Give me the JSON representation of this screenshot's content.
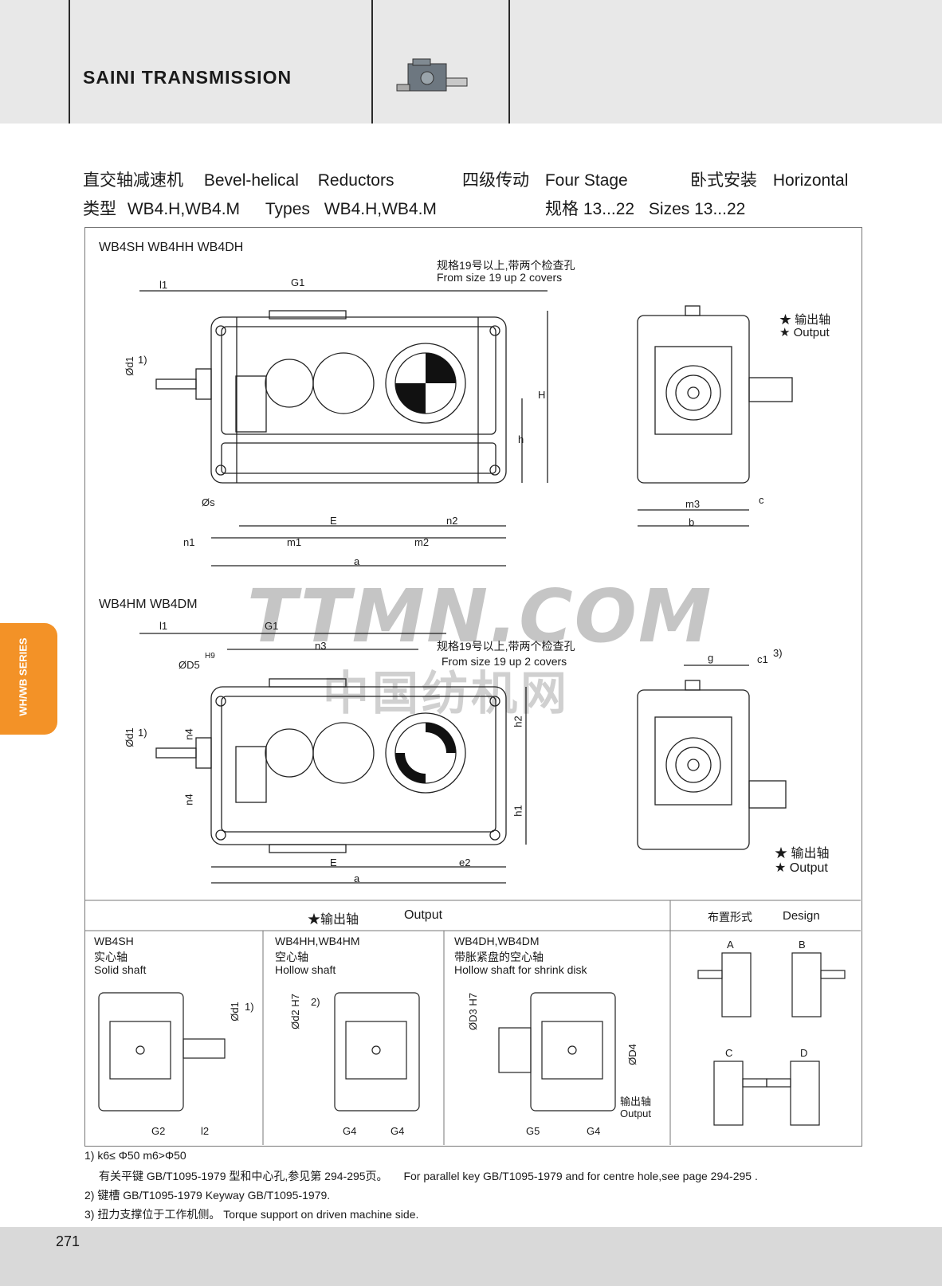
{
  "brand": "SAINI TRANSMISSION",
  "title_line1": {
    "cn1": "直交轴减速机",
    "en1": "Bevel-helical",
    "en2": "Reductors",
    "cn2": "四级传动",
    "en3": "Four Stage",
    "cn3": "卧式安装",
    "en4": "Horizontal"
  },
  "title_line2": {
    "cn1": "类型",
    "types1": "WB4.H,WB4.M",
    "en1": "Types",
    "types2": "WB4.H,WB4.M",
    "cn2": "规格 13...22",
    "en2": "Sizes 13...22"
  },
  "section1": {
    "title": "WB4SH WB4HH WB4DH",
    "cover_cn": "规格19号以上,带两个检查孔",
    "cover_en": "From size 19 up 2 covers",
    "output_cn": "★ 输出轴",
    "output_en": "★  Output",
    "dims": {
      "l1": "l1",
      "G1": "G1",
      "d1": "Ød1",
      "note1": "1)",
      "H": "H",
      "h": "h",
      "s": "Øs",
      "E": "E",
      "n2": "n2",
      "n1": "n1",
      "m1": "m1",
      "m2": "m2",
      "a": "a",
      "m3": "m3",
      "b": "b",
      "c": "c"
    }
  },
  "section2": {
    "title": "WB4HM WB4DM",
    "cover_cn": "规格19号以上,带两个检查孔",
    "cover_en": "From size 19 up 2 covers",
    "output_cn": "★ 输出轴",
    "output_en": "★ Output",
    "dims": {
      "l1": "l1",
      "G1": "G1",
      "n3": "n3",
      "D5": "ØD5",
      "H9": "H9",
      "d1": "Ød1",
      "note1": "1)",
      "n4a": "n4",
      "n4b": "n4",
      "h2": "h2",
      "h1": "h1",
      "E": "E",
      "e2": "e2",
      "a": "a",
      "g": "g",
      "c1": "c1",
      "note3": "3)"
    }
  },
  "output_table": {
    "header_cn": "★输出轴",
    "header_en": "Output",
    "design_cn": "布置形式",
    "design_en": "Design",
    "cols": [
      {
        "model": "WB4SH",
        "cn": "实心轴",
        "en": "Solid shaft",
        "d1": "Ød1",
        "note": "1)",
        "g_left": "G2",
        "g_right": "l2"
      },
      {
        "model": "WB4HH,WB4HM",
        "cn": "空心轴",
        "en": "Hollow shaft",
        "d2": "Ød2 H7",
        "note": "2)",
        "g_left": "G4",
        "g_right": "G4"
      },
      {
        "model": "WB4DH,WB4DM",
        "cn": "带胀紧盘的空心轴",
        "en": "Hollow shaft for shrink disk",
        "d3": "ØD3 H7",
        "d4": "ØD4",
        "out_cn": "输出轴",
        "out_en": "Output",
        "g_left": "G5",
        "g_right": "G4"
      }
    ],
    "designs": [
      "A",
      "B",
      "C",
      "D"
    ]
  },
  "notes": {
    "n1": "1) k6≤ Φ50 m6>Φ50",
    "n1b_cn": "有关平键 GB/T1095-1979 型和中心孔,参见第 294-295页。",
    "n1b_en": "For parallel key GB/T1095-1979 and for centre hole,see page 294-295 .",
    "n2": "2) 键槽 GB/T1095-1979    Keyway GB/T1095-1979.",
    "n3": "3) 扭力支撑位于工作机侧。   Torque support on driven machine side."
  },
  "side_tab": "WH/WB SERIES",
  "watermark": "TTMN.COM",
  "watermark_cn": "中国纺机网",
  "page_number": "271",
  "colors": {
    "accent": "#f39227",
    "header_bg": "#e8e8e8",
    "footer_bg": "#d9d9d9",
    "line": "#2a2a2a"
  }
}
